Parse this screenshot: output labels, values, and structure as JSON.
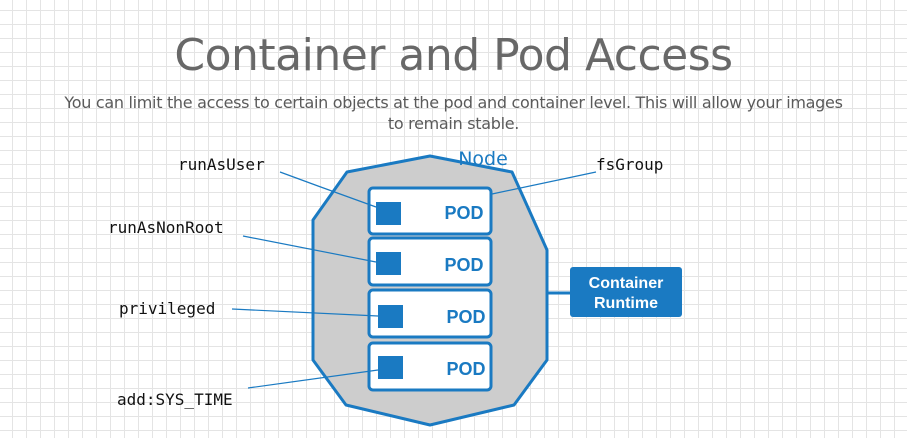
{
  "title": "Container and Pod Access",
  "subtitle": {
    "line1": "You can limit the access to certain objects at the pod and container level. This will allow your images",
    "line2": "to remain stable."
  },
  "node": {
    "label": "Node",
    "pods": [
      {
        "label": "POD"
      },
      {
        "label": "POD"
      },
      {
        "label": "POD"
      },
      {
        "label": "POD"
      }
    ]
  },
  "security_labels": {
    "run_as_user": "runAsUser",
    "fs_group": "fsGroup",
    "run_as_non_root": "runAsNonRoot",
    "privileged": "privileged",
    "add_sys_time": "add:SYS_TIME"
  },
  "container_runtime": {
    "line1": "Container",
    "line2": "Runtime"
  },
  "colors": {
    "accent": "#1a7ac2",
    "hexagon_fill": "#cdcdcd",
    "title": "#686868"
  }
}
